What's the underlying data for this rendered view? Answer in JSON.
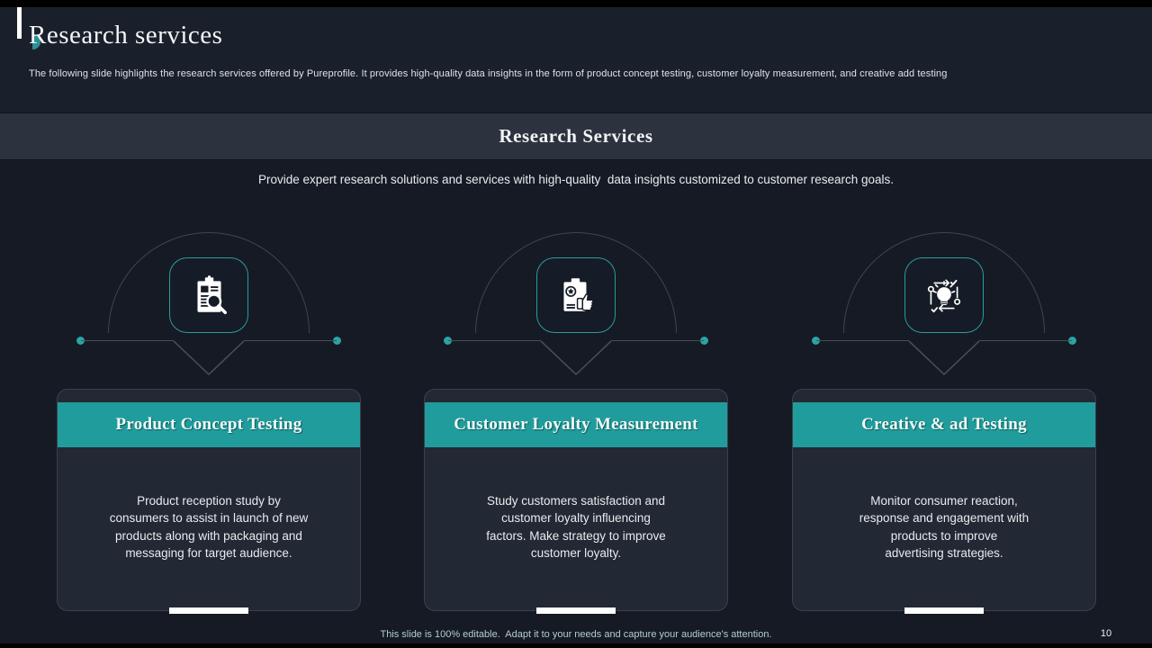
{
  "slide": {
    "title": "Research services",
    "subtitle": "The following slide highlights the research services offered by Pureprofile. It provides high-quality data insights in the form of product concept testing, customer loyalty measurement, and creative add testing",
    "banner_title": "Research Services",
    "tagline": "Provide expert research solutions and services with high-quality  data insights customized to customer research goals.",
    "footer_note": "This slide is 100% editable.  Adapt it to your needs and capture your audience's attention.",
    "page_number": "10"
  },
  "cards": [
    {
      "icon": "clipboard-search-icon",
      "title": "Product Concept Testing",
      "body": "Product reception study by\nconsumers to assist in launch  of new\nproducts along with packaging and\nmessaging for target audience."
    },
    {
      "icon": "clipboard-thumbs-up-icon",
      "title": "Customer Loyalty Measurement",
      "body": "Study customers satisfaction and\ncustomer loyalty influencing\nfactors. Make strategy to improve\ncustomer loyalty."
    },
    {
      "icon": "lightbulb-cycle-icon",
      "title": "Creative & ad Testing",
      "body": "Monitor consumer reaction,\nresponse and engagement with\nproducts to improve\nadvertising strategies."
    }
  ],
  "colors": {
    "accent_teal": "#219c9c",
    "accent_teal_bright": "#2aa5a3",
    "header_bg": "#1a202b",
    "banner_bg": "#2c333e",
    "main_bg": "#151a24",
    "card_bg": "#222834",
    "line_gray": "#49505a"
  }
}
